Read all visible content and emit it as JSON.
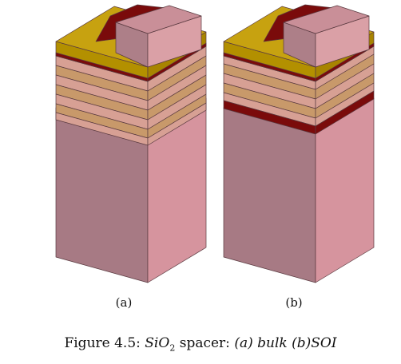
{
  "figure": {
    "panel_a_label": "(a)",
    "panel_b_label": "(b)",
    "caption": {
      "prefix": "Figure 4.5:",
      "material_base": "SiO",
      "material_subscript": "2",
      "spacer_word": "spacer:",
      "variant_a": "(a) bulk",
      "variant_b": "(b)SOI"
    }
  },
  "colors": {
    "substrate_front": "#a77a84",
    "substrate_side": "#d6949e",
    "substrate_top": "#e0b0b6",
    "layer_light": "#d7a094",
    "layer_tan": "#c8996a",
    "gate_front": "#b39000",
    "gate_top": "#c7a210",
    "gate_side": "#a88400",
    "spacer": "#7a0b0b",
    "fin_front": "#ad7f88",
    "fin_top": "#c98f98",
    "fin_side": "#daa0a6",
    "edge": "#5a3a40"
  }
}
